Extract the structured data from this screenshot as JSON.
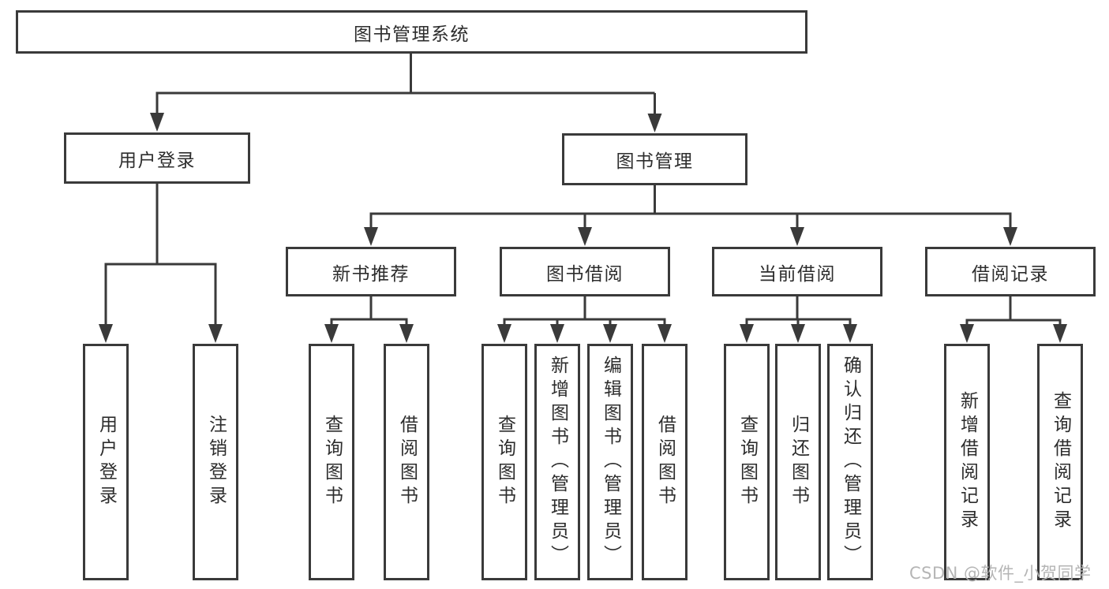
{
  "diagram": {
    "root": {
      "label": "图书管理系统"
    },
    "branches": [
      {
        "label": "用户登录",
        "children": [
          {
            "label": "用户登录"
          },
          {
            "label": "注销登录"
          }
        ]
      },
      {
        "label": "图书管理",
        "children": [
          {
            "label": "新书推荐",
            "children": [
              {
                "label": "查询图书"
              },
              {
                "label": "借阅图书"
              }
            ]
          },
          {
            "label": "图书借阅",
            "children": [
              {
                "label": "查询图书"
              },
              {
                "label": "新增图书（管理员）"
              },
              {
                "label": "编辑图书（管理员）"
              },
              {
                "label": "借阅图书"
              }
            ]
          },
          {
            "label": "当前借阅",
            "children": [
              {
                "label": "查询图书"
              },
              {
                "label": "归还图书"
              },
              {
                "label": "确认归还（管理员）"
              }
            ]
          },
          {
            "label": "借阅记录",
            "children": [
              {
                "label": "新增借阅记录"
              },
              {
                "label": "查询借阅记录"
              }
            ]
          }
        ]
      }
    ]
  },
  "watermark": {
    "text": "CSDN @软件_小贺同学"
  },
  "colors": {
    "line": "#3a3a3a",
    "box_border": "#3a3a3a",
    "label": "#2d2d2d",
    "watermark": "#b5b5b5",
    "background": "#ffffff"
  }
}
